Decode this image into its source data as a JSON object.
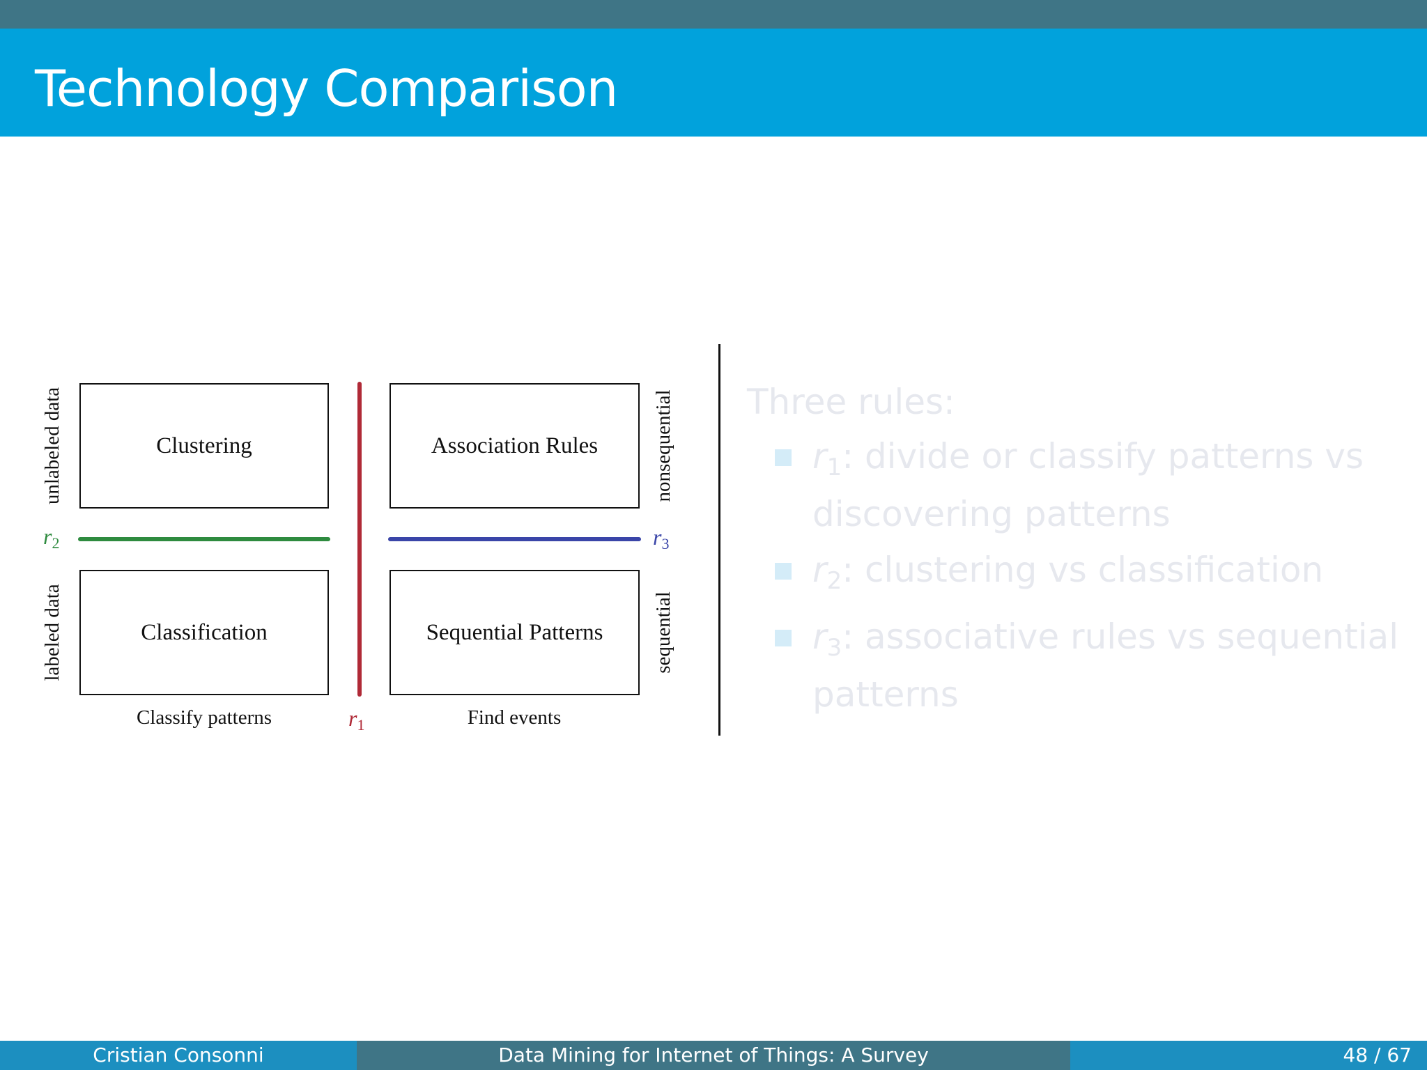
{
  "slide": {
    "title": "Technology Comparison"
  },
  "diagram": {
    "boxes": {
      "clustering": "Clustering",
      "association": "Association Rules",
      "classification": "Classification",
      "sequential": "Sequential Patterns"
    },
    "left_labels": {
      "top": "unlabeled data",
      "bottom": "labeled data"
    },
    "right_labels": {
      "top": "nonsequential",
      "bottom": "sequential"
    },
    "bottom_labels": {
      "left": "Classify patterns",
      "right": "Find events"
    },
    "rules": [
      {
        "symbol": "r",
        "index": "1",
        "color": "#b02a37"
      },
      {
        "symbol": "r",
        "index": "2",
        "color": "#2e8b3f"
      },
      {
        "symbol": "r",
        "index": "3",
        "color": "#3a45a8"
      }
    ]
  },
  "rules_text": {
    "heading": "Three rules:",
    "items": [
      {
        "symbol": "r",
        "index": "1",
        "text": ": divide or classify patterns vs discovering patterns"
      },
      {
        "symbol": "r",
        "index": "2",
        "text": ": clustering vs classification"
      },
      {
        "symbol": "r",
        "index": "3",
        "text": ": associative rules vs sequential patterns"
      }
    ]
  },
  "footer": {
    "author": "Cristian Consonni",
    "title": "Data Mining for Internet of Things: A Survey",
    "page": "48 / 67"
  }
}
